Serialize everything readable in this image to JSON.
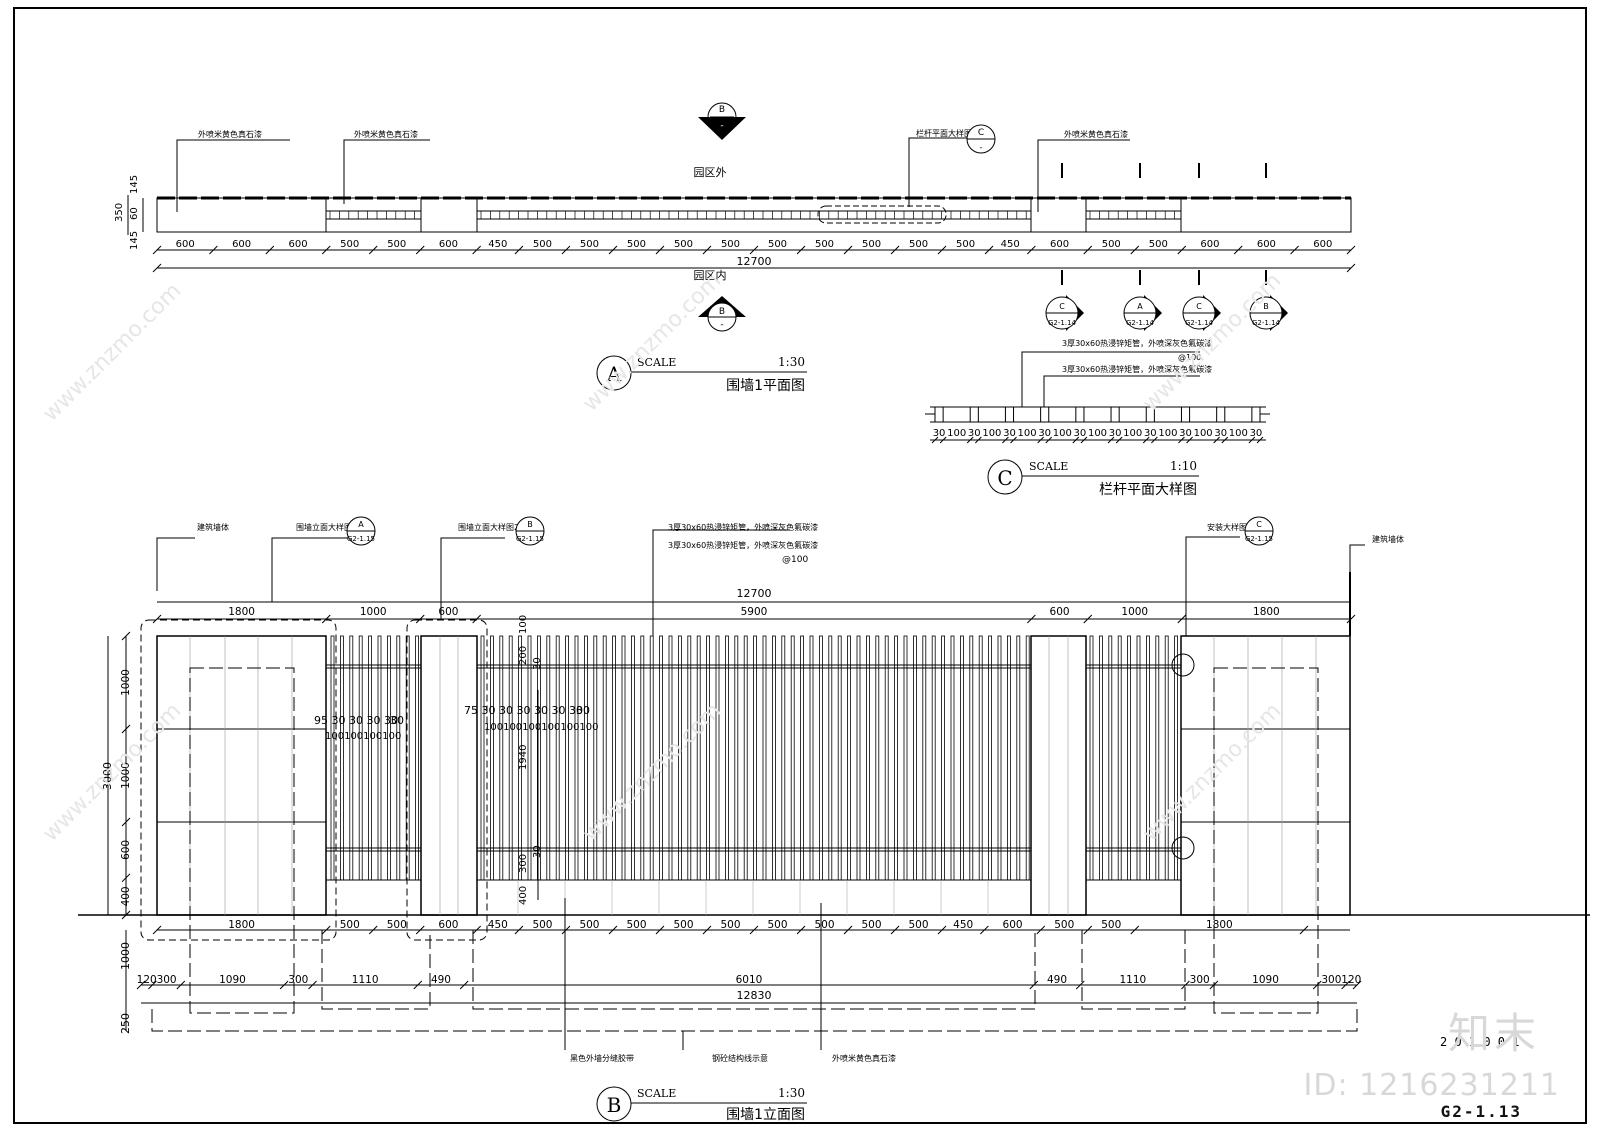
{
  "plan": {
    "label_park_outside": "园区外",
    "label_park_inside": "园区内",
    "note_left_1": "外喷米黄色真石漆",
    "note_left_2": "外喷米黄色真石漆",
    "note_railing_detail": "栏杆平面大样图",
    "note_right": "外喷米黄色真石漆",
    "section_marker_letter": "B",
    "section_marker_sub": "-",
    "detail_c_letter": "C",
    "detail_c_sub": "-",
    "dims_bottom": [
      "600",
      "600",
      "600",
      "500",
      "500",
      "600",
      "450",
      "500",
      "500",
      "500",
      "500",
      "500",
      "500",
      "500",
      "500",
      "500",
      "500",
      "450",
      "600",
      "500",
      "500",
      "600",
      "600",
      "600"
    ],
    "total": "12700",
    "left_dims": [
      "145",
      "60",
      "145"
    ],
    "left_total": "350",
    "callouts": [
      {
        "letter": "C",
        "ref": "G2-1.14"
      },
      {
        "letter": "A",
        "ref": "G2-1.14"
      },
      {
        "letter": "C",
        "ref": "G2-1.14"
      },
      {
        "letter": "B",
        "ref": "G2-1.14"
      }
    ],
    "title_letter": "A",
    "title_scale_word": "SCALE",
    "title_scale": "1:30",
    "title_name": "围墙1平面图"
  },
  "detail_c": {
    "note_1": "3厚30x60热浸锌矩管，外喷深灰色氟碳漆",
    "note_spacing": "@100",
    "note_2": "3厚30x60热浸锌矩管，外喷深灰色氟碳漆",
    "dims": [
      "30",
      "100",
      "30",
      "100",
      "30",
      "100",
      "30",
      "100",
      "30",
      "100",
      "30",
      "100",
      "30",
      "100",
      "30",
      "100",
      "30",
      "100",
      "30"
    ],
    "title_letter": "C",
    "title_scale_word": "SCALE",
    "title_scale": "1:10",
    "title_name": "栏杆平面大样图"
  },
  "elevation": {
    "note_building_wall_left": "建筑墙体",
    "note_detail_1": "围墙立面大样图1",
    "note_detail_2": "围墙立面大样图2",
    "note_tube_1": "3厚30x60热浸锌矩管，外喷深灰色氟碳漆",
    "note_tube_2": "3厚30x60热浸锌矩管，外喷深灰色氟碳漆",
    "note_spacing": "@100",
    "note_install": "安装大样图",
    "note_building_wall_right": "建筑墙体",
    "callout_a": {
      "letter": "A",
      "ref": "G2-1.15"
    },
    "callout_b": {
      "letter": "B",
      "ref": "G2-1.15"
    },
    "callout_c": {
      "letter": "C",
      "ref": "G2-1.15"
    },
    "top_total": "12700",
    "top_dims": [
      "1800",
      "1000",
      "600",
      "5900",
      "600",
      "1000",
      "1800"
    ],
    "bottom_dims": [
      "1800",
      "500",
      "500",
      "600",
      "450",
      "500",
      "500",
      "500",
      "500",
      "500",
      "500",
      "500",
      "500",
      "500",
      "450",
      "600",
      "500",
      "500",
      "1800"
    ],
    "found_dims": [
      "120",
      "300",
      "1090",
      "300",
      "1110",
      "490",
      "6010",
      "490",
      "1110",
      "300",
      "1090",
      "300",
      "120"
    ],
    "found_total": "12830",
    "left_dims": [
      "1000",
      "1000",
      "600",
      "400"
    ],
    "left_total": "3000",
    "below_dims": [
      "1000",
      "250"
    ],
    "rail_dims_1": "95 30 30 30 30",
    "rail_dims_1b": "100100100100",
    "rail_dims_1c": "30",
    "rail_dims_2": "75 30 30 30 30 30 30",
    "rail_dims_2b": "100100100100100100",
    "rail_dims_2c": "30",
    "vert_dims": [
      "100",
      "200",
      "30",
      "1940",
      "30",
      "300",
      "400"
    ],
    "note_black_band": "黑色外墙分缝胶带",
    "note_steel": "钢砼结构线示意",
    "note_stone": "外喷米黄色真石漆",
    "title_letter": "B",
    "title_scale_word": "SCALE",
    "title_scale": "1:30",
    "title_name": "围墙1立面图"
  },
  "footer": {
    "sheet_number": "G2-1.13",
    "stamp_small": "2 0 1 0 0 1",
    "brand": "知末",
    "id_text": "ID: 1216231211",
    "watermark": "www.znzmo.com"
  }
}
